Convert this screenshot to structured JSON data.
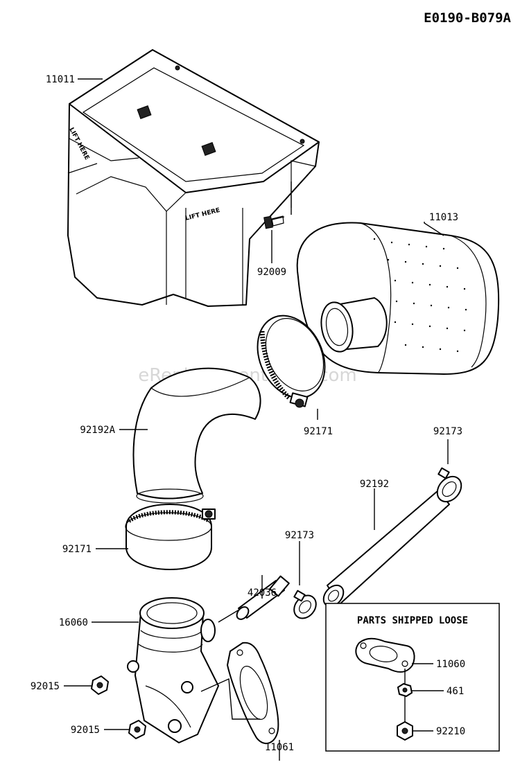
{
  "diagram": {
    "code": "E0190-B079A",
    "watermark": "eReplacementParts.com",
    "emboss_text": "LIFT HERE",
    "loose_box_title": "PARTS SHIPPED LOOSE",
    "labels": {
      "p11011": "11011",
      "p92009": "92009",
      "p11013": "11013",
      "p92171_top": "92171",
      "p92192a": "92192A",
      "p92173_right": "92173",
      "p92192": "92192",
      "p92173_mid": "92173",
      "p92171_low": "92171",
      "p42036": "42036",
      "p16060": "16060",
      "p92015_a": "92015",
      "p92015_b": "92015",
      "p11061": "11061",
      "p11060": "11060",
      "p461": "461",
      "p92210": "92210"
    }
  }
}
